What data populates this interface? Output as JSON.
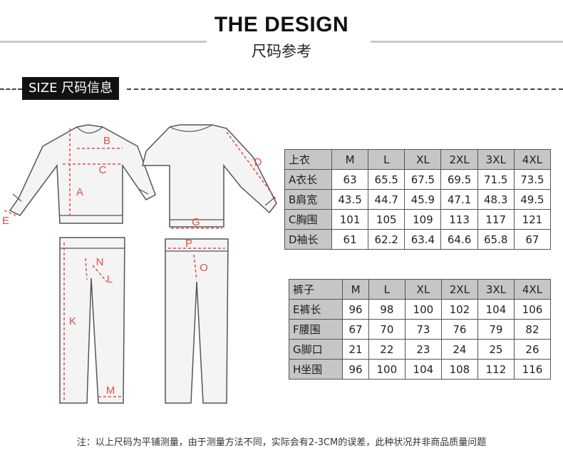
{
  "header": {
    "title": "THE DESIGN",
    "subtitle": "尺码参考"
  },
  "section_label": "SIZE 尺码信息",
  "diagram_labels": {
    "A": "A",
    "B": "B",
    "C": "C",
    "D": "D",
    "E": "E",
    "G": "G",
    "P": "P",
    "O": "O",
    "N": "N",
    "L": "L",
    "K": "K",
    "M": "M"
  },
  "top_table": {
    "headers": [
      "上衣",
      "M",
      "L",
      "XL",
      "2XL",
      "3XL",
      "4XL"
    ],
    "rows": [
      [
        "A衣长",
        "63",
        "65.5",
        "67.5",
        "69.5",
        "71.5",
        "73.5"
      ],
      [
        "B肩宽",
        "43.5",
        "44.7",
        "45.9",
        "47.1",
        "48.3",
        "49.5"
      ],
      [
        "C胸围",
        "101",
        "105",
        "109",
        "113",
        "117",
        "121"
      ],
      [
        "D袖长",
        "61",
        "62.2",
        "63.4",
        "64.6",
        "65.8",
        "67"
      ]
    ]
  },
  "pants_table": {
    "headers": [
      "裤子",
      "M",
      "L",
      "XL",
      "2XL",
      "3XL",
      "4XL"
    ],
    "rows": [
      [
        "E裤长",
        "96",
        "98",
        "100",
        "102",
        "104",
        "106"
      ],
      [
        "F腰围",
        "67",
        "70",
        "73",
        "76",
        "79",
        "82"
      ],
      [
        "G脚口",
        "21",
        "22",
        "23",
        "24",
        "25",
        "26"
      ],
      [
        "H坐围",
        "96",
        "100",
        "104",
        "108",
        "112",
        "116"
      ]
    ]
  },
  "footnote": "注：以上尺码为平铺测量，由于测量方法不同，实际会有2-3CM的误差，此种状况并非商品质量问题",
  "colors": {
    "accent": "#e74b4b",
    "header_fill": "#c6c6c6",
    "badge": "#111111"
  }
}
